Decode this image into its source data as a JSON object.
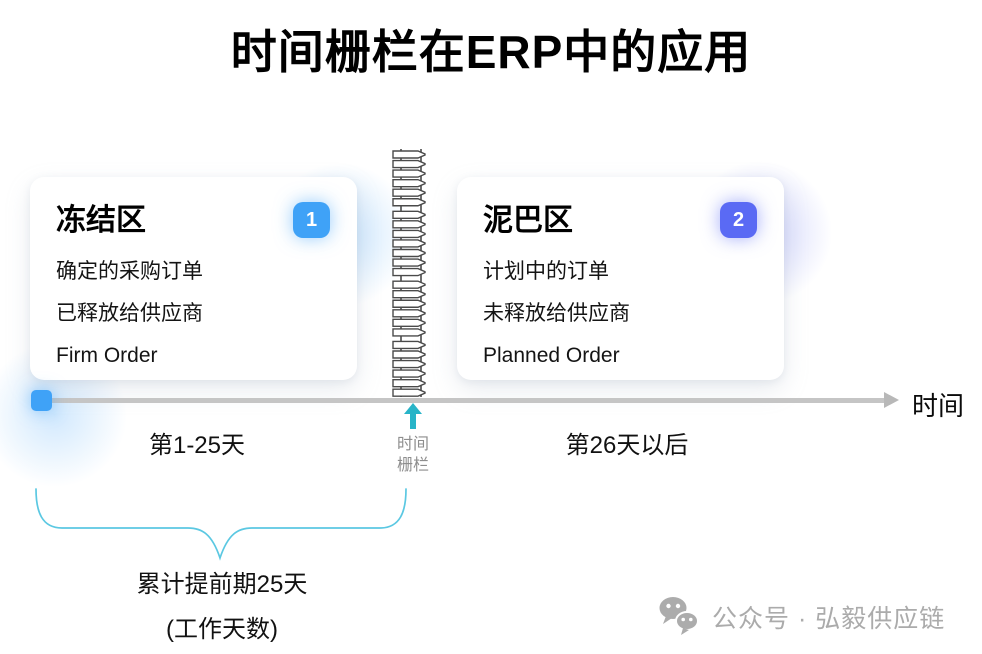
{
  "title": "时间栅栏在ERP中的应用",
  "cards": [
    {
      "title": "冻结区",
      "badge": "1",
      "badge_color": "#3FA2F7",
      "lines": [
        "确定的采购订单",
        "已释放给供应商",
        "Firm Order"
      ]
    },
    {
      "title": "泥巴区",
      "badge": "2",
      "badge_color": "#5A6AF4",
      "lines": [
        "计划中的订单",
        "未释放给供应商",
        "Planned Order"
      ]
    }
  ],
  "timeline": {
    "axis_label": "时间",
    "segment_left": "第1-25天",
    "segment_right": "第26天以后",
    "fence_caption_line1": "时间",
    "fence_caption_line2": "栅栏"
  },
  "brace": {
    "label_line1": "累计提前期25天",
    "label_line2": "(工作天数)"
  },
  "watermark": {
    "text": "公众号 · 弘毅供应链"
  },
  "colors": {
    "badge1": "#3FA2F7",
    "badge2": "#5A6AF4",
    "axis_gray": "#c5c5c5",
    "marker_blue": "#3FA2F7",
    "fence_arrow_teal": "#28B4C8",
    "brace_cyan": "#5BC8E2",
    "caption_gray": "#8e8e8e",
    "watermark_gray": "#ababab"
  }
}
